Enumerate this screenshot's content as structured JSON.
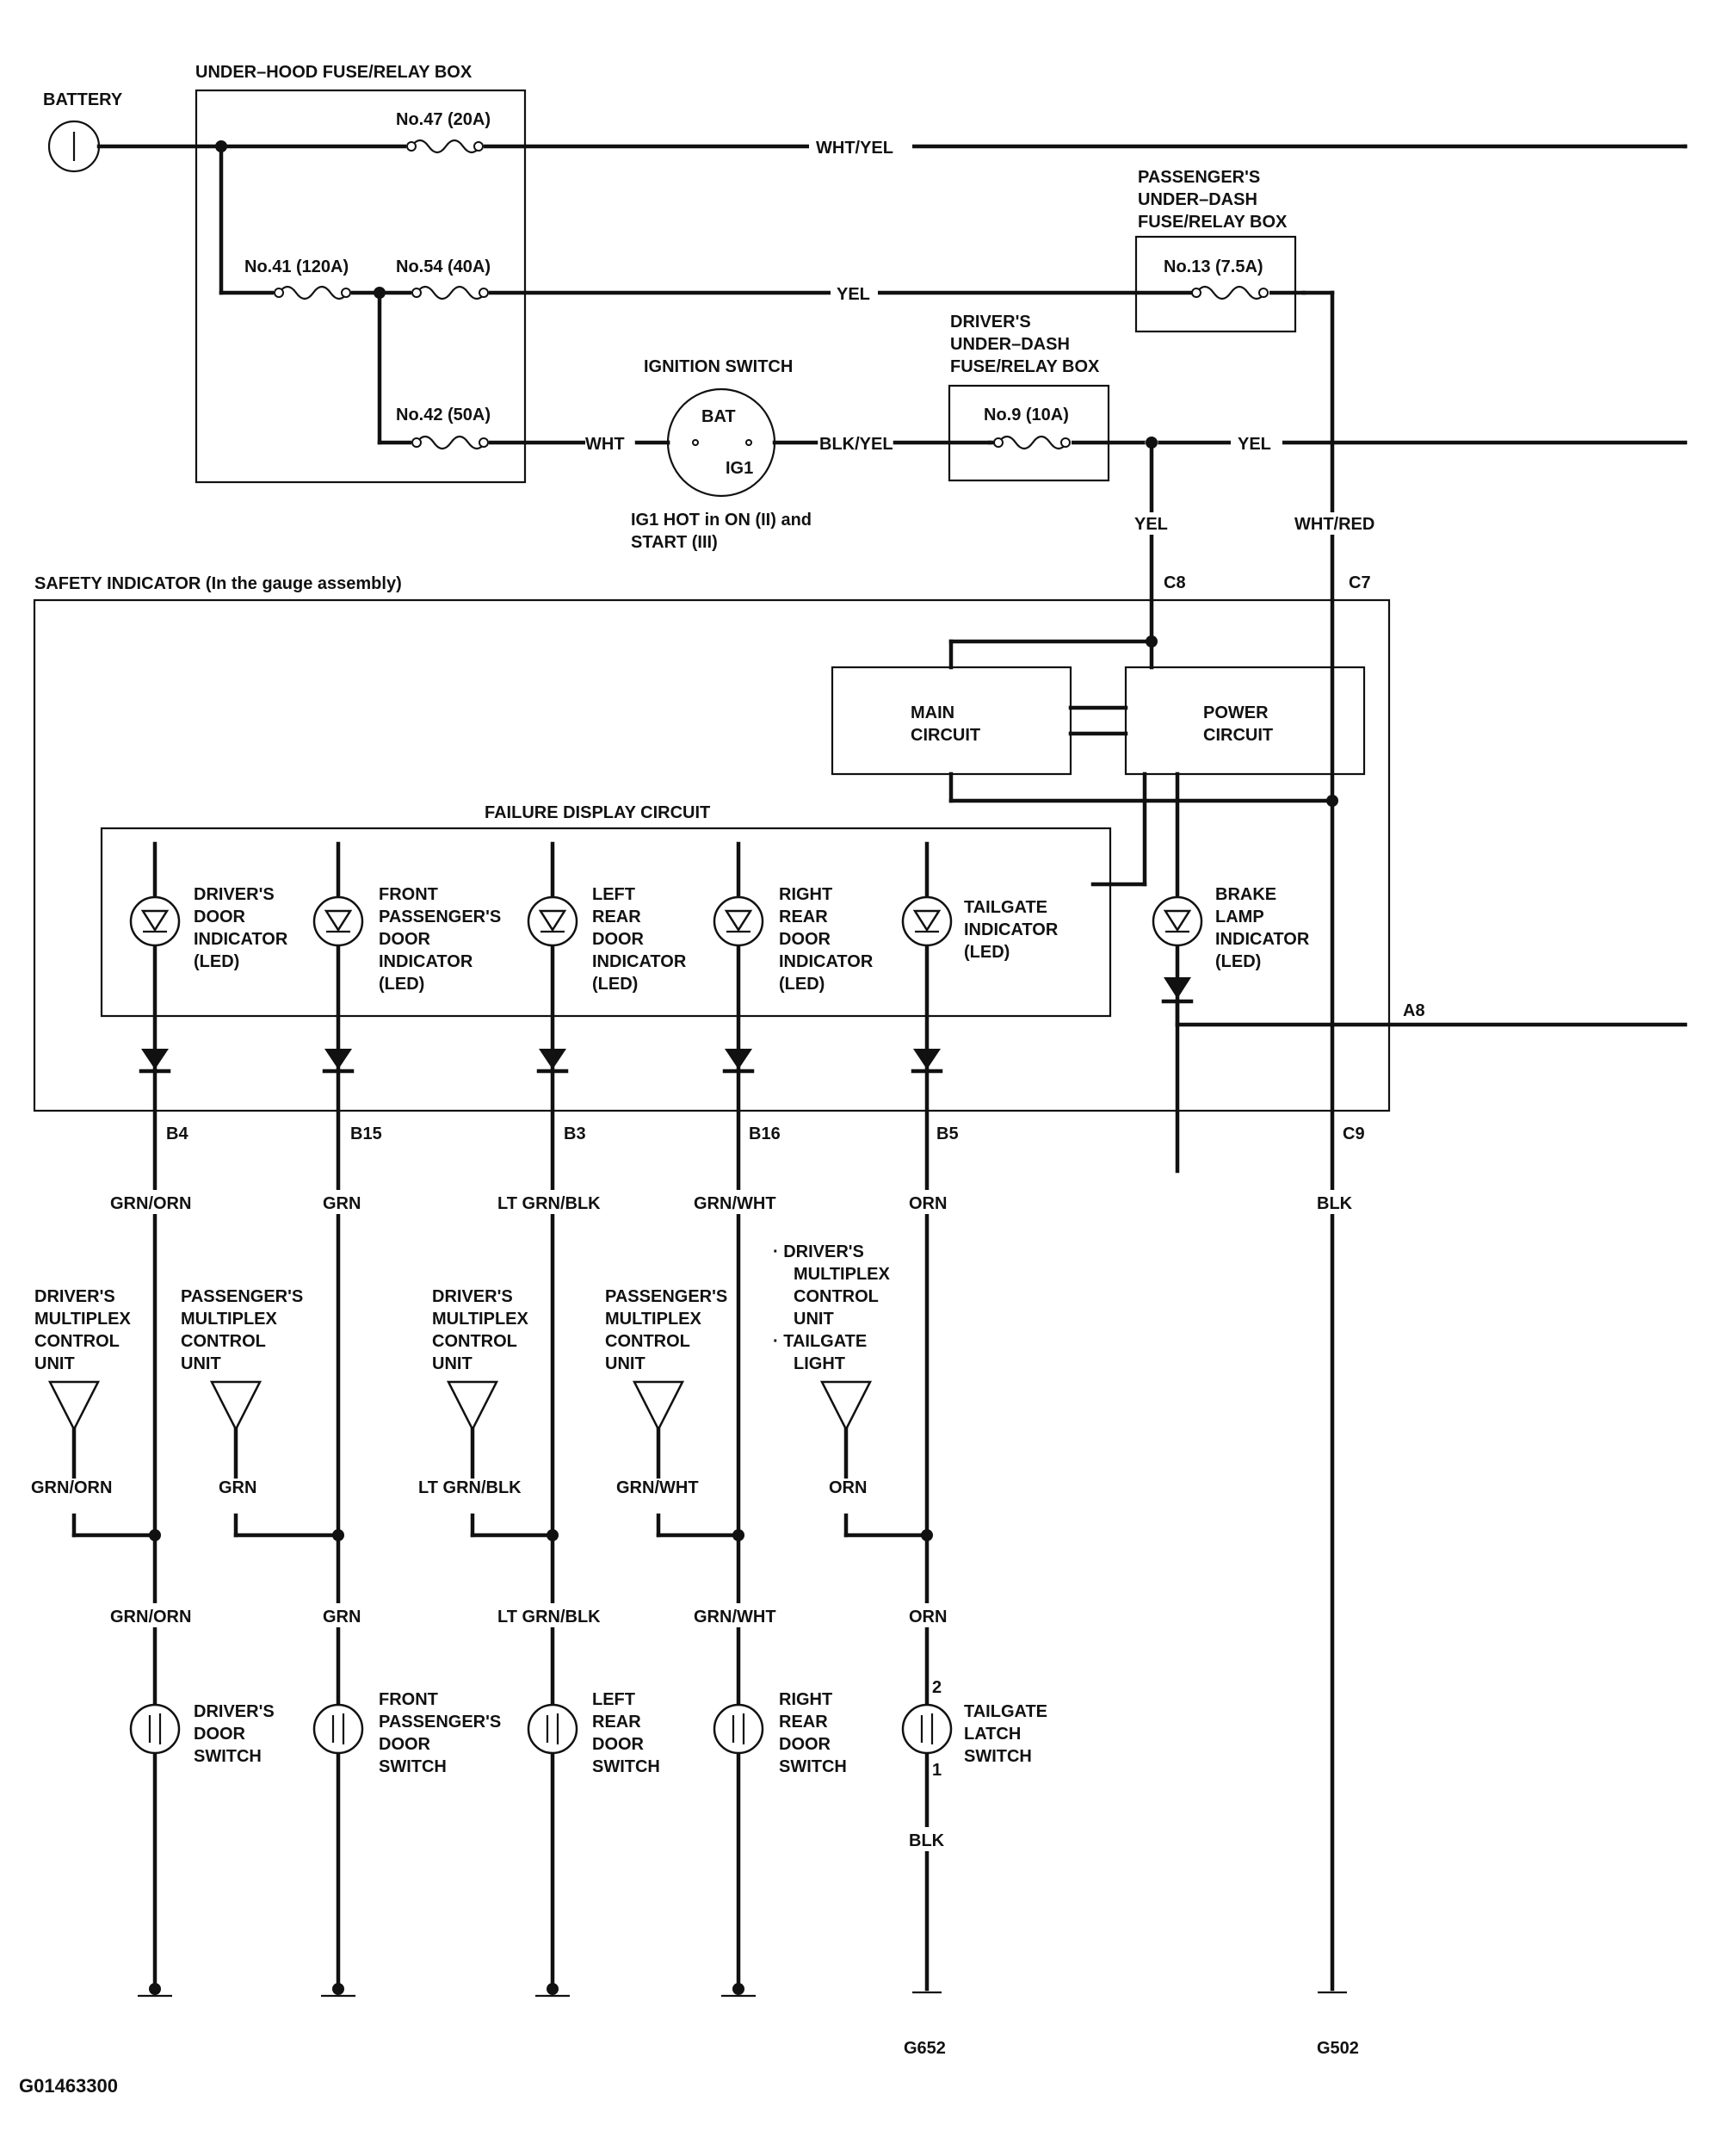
{
  "battery": "BATTERY",
  "under_hood_box": "UNDER–HOOD FUSE/RELAY BOX",
  "fuses": {
    "f47": "No.47 (20A)",
    "f41": "No.41 (120A)",
    "f54": "No.54 (40A)",
    "f42": "No.42 (50A)",
    "f13": "No.13 (7.5A)",
    "f9": "No.9 (10A)"
  },
  "pass_box": [
    "PASSENGER'S",
    "UNDER–DASH",
    "FUSE/RELAY BOX"
  ],
  "driver_box": [
    "DRIVER'S",
    "UNDER–DASH",
    "FUSE/RELAY BOX"
  ],
  "ignition": {
    "title": "IGNITION SWITCH",
    "bat": "BAT",
    "ig1": "IG1",
    "note": [
      "IG1 HOT in ON (II) and",
      "START (III)"
    ]
  },
  "wires": {
    "wht_yel": "WHT/YEL",
    "yel": "YEL",
    "wht": "WHT",
    "blk_yel": "BLK/YEL",
    "wht_red": "WHT/RED",
    "grn_orn": "GRN/ORN",
    "grn": "GRN",
    "lt_grn_blk": "LT GRN/BLK",
    "grn_wht": "GRN/WHT",
    "orn": "ORN",
    "blk": "BLK"
  },
  "connectors": {
    "c8": "C8",
    "c7": "C7",
    "a8": "A8",
    "c9": "C9",
    "b4": "B4",
    "b15": "B15",
    "b3": "B3",
    "b16": "B16",
    "b5": "B5",
    "pin2": "2",
    "pin1": "1"
  },
  "safety_indicator": "SAFETY INDICATOR (In the gauge assembly)",
  "main_circuit": [
    "MAIN",
    "CIRCUIT"
  ],
  "power_circuit": [
    "POWER",
    "CIRCUIT"
  ],
  "failure_display": "FAILURE DISPLAY CIRCUIT",
  "leds": [
    [
      "DRIVER'S",
      "DOOR",
      "INDICATOR",
      "(LED)"
    ],
    [
      "FRONT",
      "PASSENGER'S",
      "DOOR",
      "INDICATOR",
      "(LED)"
    ],
    [
      "LEFT",
      "REAR",
      "DOOR",
      "INDICATOR",
      "(LED)"
    ],
    [
      "RIGHT",
      "REAR",
      "DOOR",
      "INDICATOR",
      "(LED)"
    ],
    [
      "TAILGATE",
      "INDICATOR",
      "(LED)"
    ]
  ],
  "brake_led": [
    "BRAKE",
    "LAMP",
    "INDICATOR",
    "(LED)"
  ],
  "control_units": [
    [
      "DRIVER'S",
      "MULTIPLEX",
      "CONTROL",
      "UNIT"
    ],
    [
      "PASSENGER'S",
      "MULTIPLEX",
      "CONTROL",
      "UNIT"
    ],
    [
      "DRIVER'S",
      "MULTIPLEX",
      "CONTROL",
      "UNIT"
    ],
    [
      "PASSENGER'S",
      "MULTIPLEX",
      "CONTROL",
      "UNIT"
    ],
    [
      "· DRIVER'S",
      "MULTIPLEX",
      "CONTROL",
      "UNIT",
      "· TAILGATE",
      "LIGHT"
    ]
  ],
  "switches": [
    [
      "DRIVER'S",
      "DOOR",
      "SWITCH"
    ],
    [
      "FRONT",
      "PASSENGER'S",
      "DOOR",
      "SWITCH"
    ],
    [
      "LEFT",
      "REAR",
      "DOOR",
      "SWITCH"
    ],
    [
      "RIGHT",
      "REAR",
      "DOOR",
      "SWITCH"
    ],
    [
      "TAILGATE",
      "LATCH",
      "SWITCH"
    ]
  ],
  "grounds": {
    "g652": "G652",
    "g502": "G502"
  },
  "figure_id": "G01463300"
}
